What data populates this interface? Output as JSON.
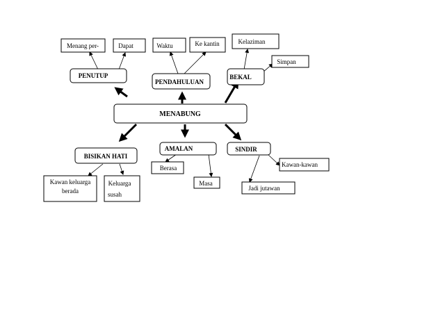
{
  "center": "MENABUNG",
  "nodes": {
    "penutup": "PENUTUP",
    "pendahuluan": "PENDAHULUAN",
    "bekal": "BEKAL",
    "bisikan_hati": "BISIKAN HATI",
    "amalan": "AMALAN",
    "sindir": "SINDIR"
  },
  "leaves": {
    "menang_per": "Menang per-",
    "dapat": "Dapat",
    "waktu": "Waktu",
    "ke_kantin": "Ke kantin",
    "kelaziman": "Kelaziman",
    "simpan": "Simpan",
    "kawan_line1": "Kawan keluarga",
    "kawan_line2": "berada",
    "keluarga_line1": "Keluarga",
    "keluarga_line2": "susah",
    "berasa": "Berasa",
    "masa": "Masa",
    "jadi_jutawan": "Jadi jutawan",
    "kawan_kawan": "Kawan-kawan"
  }
}
